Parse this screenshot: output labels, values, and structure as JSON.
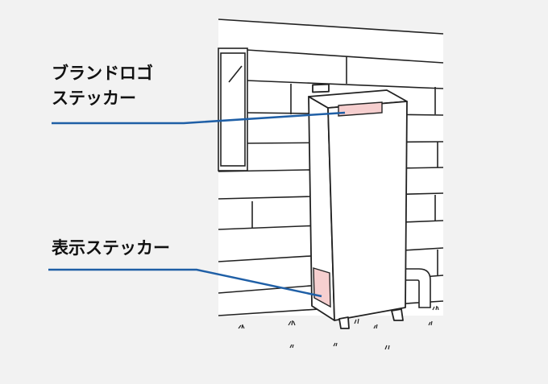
{
  "labels": {
    "brand_logo_sticker": {
      "line1": "ブランドロゴ",
      "line2": "ステッカー"
    },
    "display_sticker": "表示ステッカー"
  },
  "colors": {
    "background": "#f2f2f2",
    "outline": "#222222",
    "wall_fill": "#ffffff",
    "unit_fill": "#ffffff",
    "sticker_fill": "#f6cfcf",
    "leader_line": "#1f5fa6"
  }
}
